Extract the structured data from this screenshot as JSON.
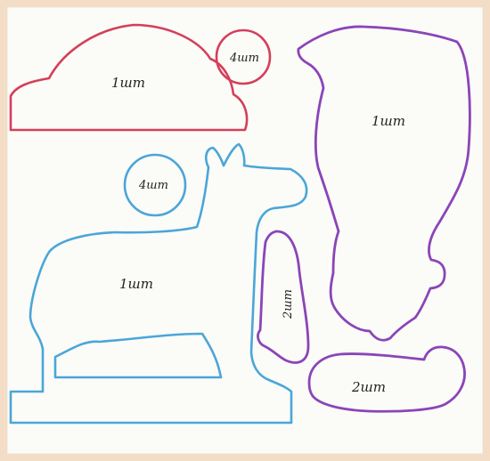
{
  "pieces": {
    "red_cloud": {
      "label": "1шт",
      "color": "#d43f5a"
    },
    "red_circle": {
      "label": "4шт",
      "color": "#d43f5a"
    },
    "blue_circle": {
      "label": "4шт",
      "color": "#4aa6d8"
    },
    "blue_deer": {
      "label": "1шт",
      "color": "#4aa6d8"
    },
    "purple_glove": {
      "label": "1шт",
      "color": "#8a45b8"
    },
    "purple_finger": {
      "label": "2шт",
      "color": "#8a45b8"
    },
    "purple_foot": {
      "label": "2шт",
      "color": "#8a45b8"
    }
  }
}
